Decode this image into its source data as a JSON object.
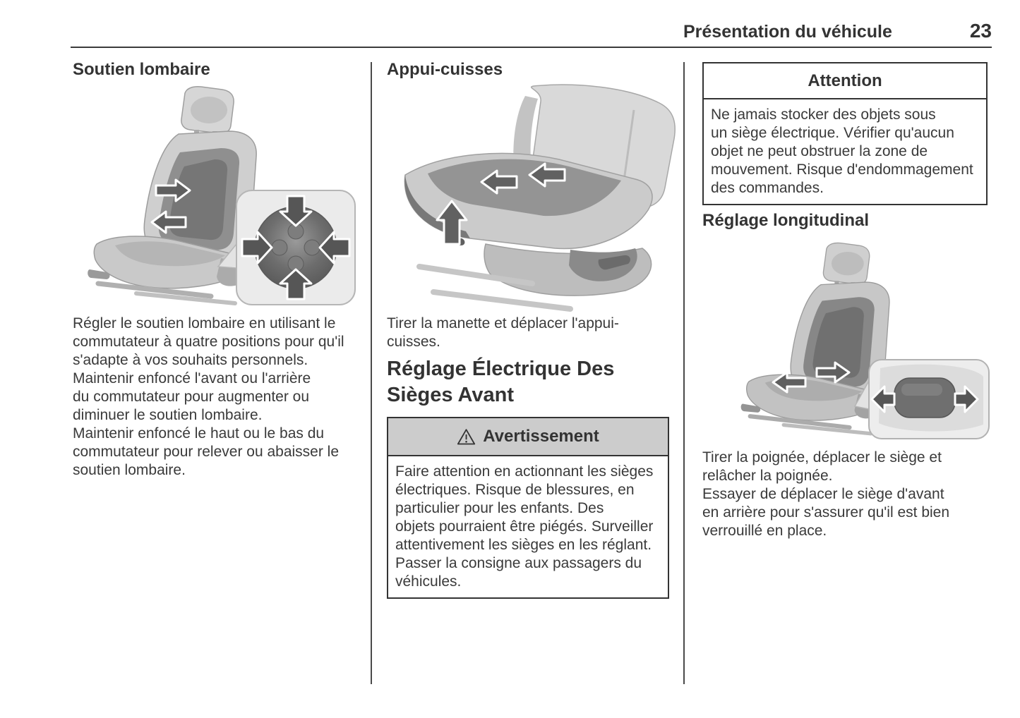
{
  "header": {
    "section_title": "Présentation du véhicule",
    "page_number": "23"
  },
  "columns": {
    "left": {
      "heading": "Soutien lombaire",
      "body": [
        "Régler le soutien lombaire en utilisant le",
        "commutateur à quatre positions pour qu'il",
        "s'adapte à vos souhaits personnels.",
        "Maintenir enfoncé l'avant ou l'arrière",
        "du commutateur pour augmenter ou",
        "diminuer le soutien lombaire.",
        "Maintenir enfoncé le haut ou le bas du",
        "commutateur pour relever ou abaisser le",
        "soutien lombaire."
      ]
    },
    "middle": {
      "heading": "Appui-cuisses",
      "intro": [
        "Tirer la manette et déplacer l'appui-",
        "cuisses."
      ],
      "section_heading": [
        "Réglage Électrique Des",
        "Sièges Avant"
      ],
      "warning": {
        "icon": "warning-triangle-icon",
        "title": "Avertissement",
        "body": [
          "Faire attention en actionnant les sièges",
          "électriques. Risque de blessures, en",
          "particulier pour les enfants. Des",
          "objets pourraient être piégés. Surveiller",
          "attentivement les sièges en les réglant.",
          "Passer la consigne aux passagers du",
          "véhicules."
        ]
      }
    },
    "right": {
      "caution": {
        "title": "Attention",
        "body": [
          "Ne jamais stocker des objets sous",
          "un siège électrique. Vérifier qu'aucun",
          "objet ne peut obstruer la zone de",
          "mouvement. Risque d'endommagement",
          "des commandes."
        ]
      },
      "heading": "Réglage longitudinal",
      "body": [
        "Tirer la poignée, déplacer le siège et",
        "relâcher la poignée.",
        "Essayer de déplacer le siège d'avant",
        "en arrière pour s'assurer qu'il est bien",
        "verrouillé en place."
      ]
    }
  },
  "colors": {
    "text": "#3a3a3a",
    "heading": "#333333",
    "rule": "#3b3b3b",
    "divider": "#4a4a4a",
    "box_border": "#333333",
    "warning_header_bg": "#cccccc",
    "figure_light_gray": "#d6d6d6",
    "figure_dark_gray": "#6f6f6f"
  }
}
